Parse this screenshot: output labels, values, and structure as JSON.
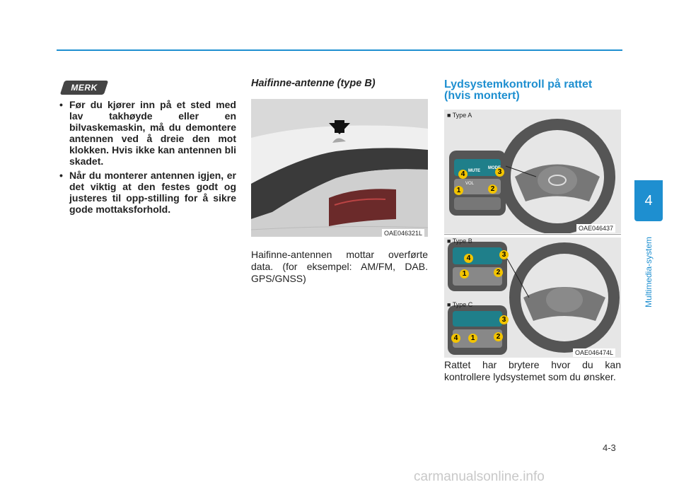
{
  "left": {
    "badge": "MERK",
    "bullets": [
      "Før du kjører inn på et sted med lav takhøyde eller en bilvaskemaskin, må du demontere antennen ved å dreie den mot klokken. Hvis ikke kan antennen bli skadet.",
      "Når du monterer antennen igjen, er det viktig at den festes godt og justeres til opp-stilling for å sikre gode mottaksforhold."
    ]
  },
  "middle": {
    "title": "Haifinne-antenne (type B)",
    "image_code": "OAE046321L",
    "text": "Haifinne-antennen mottar overførte data. (for eksempel: AM/FM, DAB. GPS/GNSS)"
  },
  "right": {
    "title": "Lydsystemkontroll på rattet (hvis montert)",
    "type_a": "■ Type A",
    "type_b": "■ Type B",
    "type_c": "■ Type C",
    "code_a": "OAE046437",
    "code_b": "OAE046474L",
    "text": "Rattet har brytere hvor du kan kontrollere lydsystemet som du ønsker.",
    "btn_mode": "MODE",
    "btn_mute": "MUTE",
    "btn_vol": "VOL",
    "num1": "1",
    "num2": "2",
    "num3": "3",
    "num4": "4"
  },
  "side": {
    "chapter": "4",
    "label": "Multimedia-system"
  },
  "footer": {
    "page": "4-3",
    "watermark": "carmanualsonline.info"
  }
}
